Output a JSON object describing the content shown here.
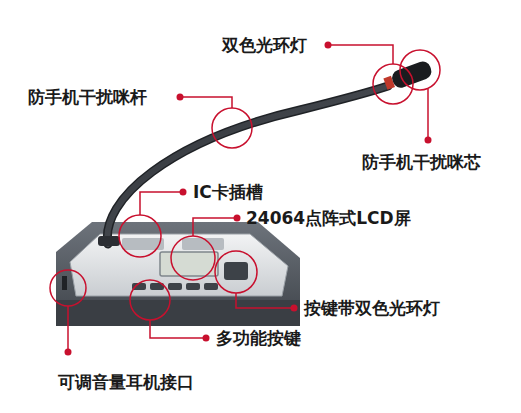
{
  "diagram": {
    "labels": [
      "双色光环灯",
      "防手机干扰咪杆",
      "防手机干扰咪芯",
      "IC卡插槽",
      "24064点阵式LCD屏",
      "按键带双色光环灯",
      "多功能按键",
      "可调音量耳机接口"
    ]
  }
}
